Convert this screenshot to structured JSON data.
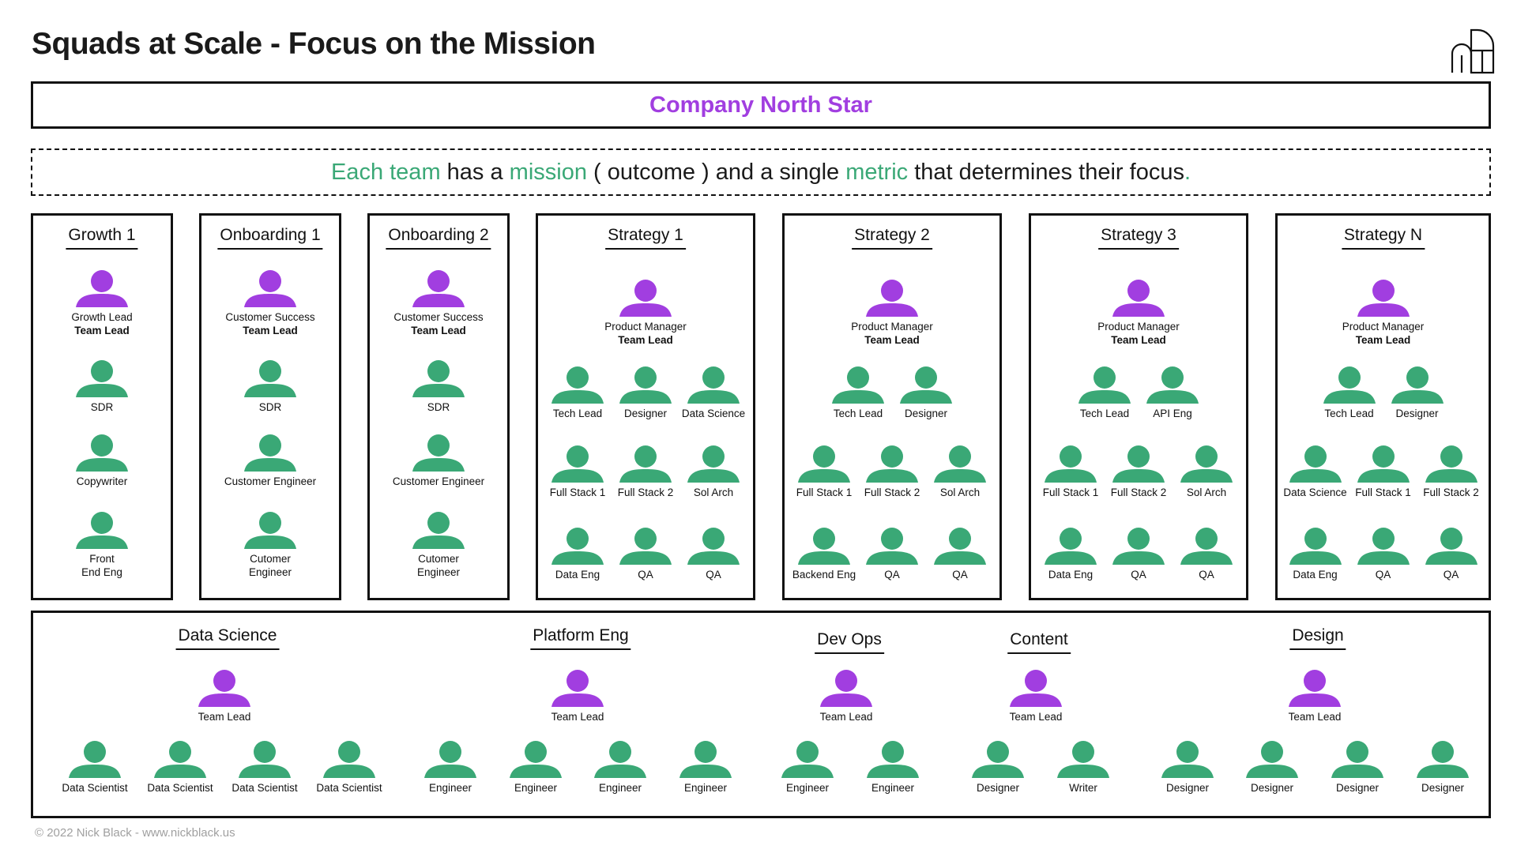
{
  "title": "Squads at Scale - Focus on the Mission",
  "north_star": "Company North Star",
  "mission_line": {
    "parts": [
      {
        "text": "Each team",
        "highlight": true
      },
      {
        "text": " has a ",
        "highlight": false
      },
      {
        "text": "mission",
        "highlight": true
      },
      {
        "text": " ( outcome ) and a single ",
        "highlight": false
      },
      {
        "text": "metric",
        "highlight": true
      },
      {
        "text": " that determines their focus",
        "highlight": false
      },
      {
        "text": ".",
        "highlight": true
      }
    ]
  },
  "colors": {
    "lead": "#a13ee0",
    "member": "#3aa876",
    "text": "#111111"
  },
  "squads": [
    {
      "name": "Growth 1",
      "members": [
        {
          "lines": [
            "Growth Lead"
          ],
          "bold": "Team Lead",
          "role": "lead"
        },
        {
          "lines": [
            "SDR"
          ],
          "role": "member"
        },
        {
          "lines": [
            "Copywriter"
          ],
          "role": "member"
        },
        {
          "lines": [
            "Front",
            "End Eng"
          ],
          "role": "member"
        }
      ]
    },
    {
      "name": "Onboarding 1",
      "members": [
        {
          "lines": [
            "Customer Success"
          ],
          "bold": "Team Lead",
          "role": "lead"
        },
        {
          "lines": [
            "SDR"
          ],
          "role": "member"
        },
        {
          "lines": [
            "Customer Engineer"
          ],
          "role": "member"
        },
        {
          "lines": [
            "Cutomer",
            "Engineer"
          ],
          "role": "member"
        }
      ]
    },
    {
      "name": "Onboarding 2",
      "members": [
        {
          "lines": [
            "Customer Success"
          ],
          "bold": "Team Lead",
          "role": "lead"
        },
        {
          "lines": [
            "SDR"
          ],
          "role": "member"
        },
        {
          "lines": [
            "Customer Engineer"
          ],
          "role": "member"
        },
        {
          "lines": [
            "Cutomer",
            "Engineer"
          ],
          "role": "member"
        }
      ]
    },
    {
      "name": "Strategy 1",
      "members": [
        {
          "lines": [
            "Product Manager"
          ],
          "bold": "Team Lead",
          "role": "lead"
        },
        {
          "lines": [
            "Tech Lead"
          ],
          "role": "member"
        },
        {
          "lines": [
            "Designer"
          ],
          "role": "member"
        },
        {
          "lines": [
            "Data Science"
          ],
          "role": "member"
        },
        {
          "lines": [
            "Full Stack 1"
          ],
          "role": "member"
        },
        {
          "lines": [
            "Full Stack 2"
          ],
          "role": "member"
        },
        {
          "lines": [
            "Sol Arch"
          ],
          "role": "member"
        },
        {
          "lines": [
            "Data Eng"
          ],
          "role": "member"
        },
        {
          "lines": [
            "QA"
          ],
          "role": "member"
        },
        {
          "lines": [
            "QA"
          ],
          "role": "member"
        }
      ]
    },
    {
      "name": "Strategy 2",
      "members": [
        {
          "lines": [
            "Product Manager"
          ],
          "bold": "Team Lead",
          "role": "lead"
        },
        {
          "lines": [
            "Tech Lead"
          ],
          "role": "member"
        },
        {
          "lines": [
            "Designer"
          ],
          "role": "member"
        },
        {
          "lines": [
            "Full Stack 1"
          ],
          "role": "member"
        },
        {
          "lines": [
            "Full Stack 2"
          ],
          "role": "member"
        },
        {
          "lines": [
            "Sol Arch"
          ],
          "role": "member"
        },
        {
          "lines": [
            "Backend Eng"
          ],
          "role": "member"
        },
        {
          "lines": [
            "QA"
          ],
          "role": "member"
        },
        {
          "lines": [
            "QA"
          ],
          "role": "member"
        }
      ]
    },
    {
      "name": "Strategy 3",
      "members": [
        {
          "lines": [
            "Product Manager"
          ],
          "bold": "Team Lead",
          "role": "lead"
        },
        {
          "lines": [
            "Tech Lead"
          ],
          "role": "member"
        },
        {
          "lines": [
            "API Eng"
          ],
          "role": "member"
        },
        {
          "lines": [
            "Full Stack 1"
          ],
          "role": "member"
        },
        {
          "lines": [
            "Full Stack 2"
          ],
          "role": "member"
        },
        {
          "lines": [
            "Sol Arch"
          ],
          "role": "member"
        },
        {
          "lines": [
            "Data Eng"
          ],
          "role": "member"
        },
        {
          "lines": [
            "QA"
          ],
          "role": "member"
        },
        {
          "lines": [
            "QA"
          ],
          "role": "member"
        }
      ]
    },
    {
      "name": "Strategy N",
      "members": [
        {
          "lines": [
            "Product Manager"
          ],
          "bold": "Team Lead",
          "role": "lead"
        },
        {
          "lines": [
            "Tech Lead"
          ],
          "role": "member"
        },
        {
          "lines": [
            "Designer"
          ],
          "role": "member"
        },
        {
          "lines": [
            "Data Science"
          ],
          "role": "member"
        },
        {
          "lines": [
            "Full Stack 1"
          ],
          "role": "member"
        },
        {
          "lines": [
            "Full Stack 2"
          ],
          "role": "member"
        },
        {
          "lines": [
            "Data Eng"
          ],
          "role": "member"
        },
        {
          "lines": [
            "QA"
          ],
          "role": "member"
        },
        {
          "lines": [
            "QA"
          ],
          "role": "member"
        }
      ]
    }
  ],
  "chapters": [
    {
      "name": "Data Science",
      "members": [
        {
          "lines": [
            "Team Lead"
          ],
          "role": "lead"
        },
        {
          "lines": [
            "Data Scientist"
          ],
          "role": "member"
        },
        {
          "lines": [
            "Data Scientist"
          ],
          "role": "member"
        },
        {
          "lines": [
            "Data Scientist"
          ],
          "role": "member"
        },
        {
          "lines": [
            "Data Scientist"
          ],
          "role": "member"
        }
      ]
    },
    {
      "name": "Platform Eng",
      "members": [
        {
          "lines": [
            "Team Lead"
          ],
          "role": "lead"
        },
        {
          "lines": [
            "Engineer"
          ],
          "role": "member"
        },
        {
          "lines": [
            "Engineer"
          ],
          "role": "member"
        },
        {
          "lines": [
            "Engineer"
          ],
          "role": "member"
        },
        {
          "lines": [
            "Engineer"
          ],
          "role": "member"
        }
      ]
    },
    {
      "name": "Dev Ops",
      "members": [
        {
          "lines": [
            "Team Lead"
          ],
          "role": "lead"
        },
        {
          "lines": [
            "Engineer"
          ],
          "role": "member"
        },
        {
          "lines": [
            "Engineer"
          ],
          "role": "member"
        }
      ]
    },
    {
      "name": "Content",
      "members": [
        {
          "lines": [
            "Team Lead"
          ],
          "role": "lead"
        },
        {
          "lines": [
            "Designer"
          ],
          "role": "member"
        },
        {
          "lines": [
            "Writer"
          ],
          "role": "member"
        }
      ]
    },
    {
      "name": "Design",
      "members": [
        {
          "lines": [
            "Team Lead"
          ],
          "role": "lead"
        },
        {
          "lines": [
            "Designer"
          ],
          "role": "member"
        },
        {
          "lines": [
            "Designer"
          ],
          "role": "member"
        },
        {
          "lines": [
            "Designer"
          ],
          "role": "member"
        },
        {
          "lines": [
            "Designer"
          ],
          "role": "member"
        }
      ]
    }
  ],
  "footer": "© 2022 Nick Black - www.nickblack.us"
}
